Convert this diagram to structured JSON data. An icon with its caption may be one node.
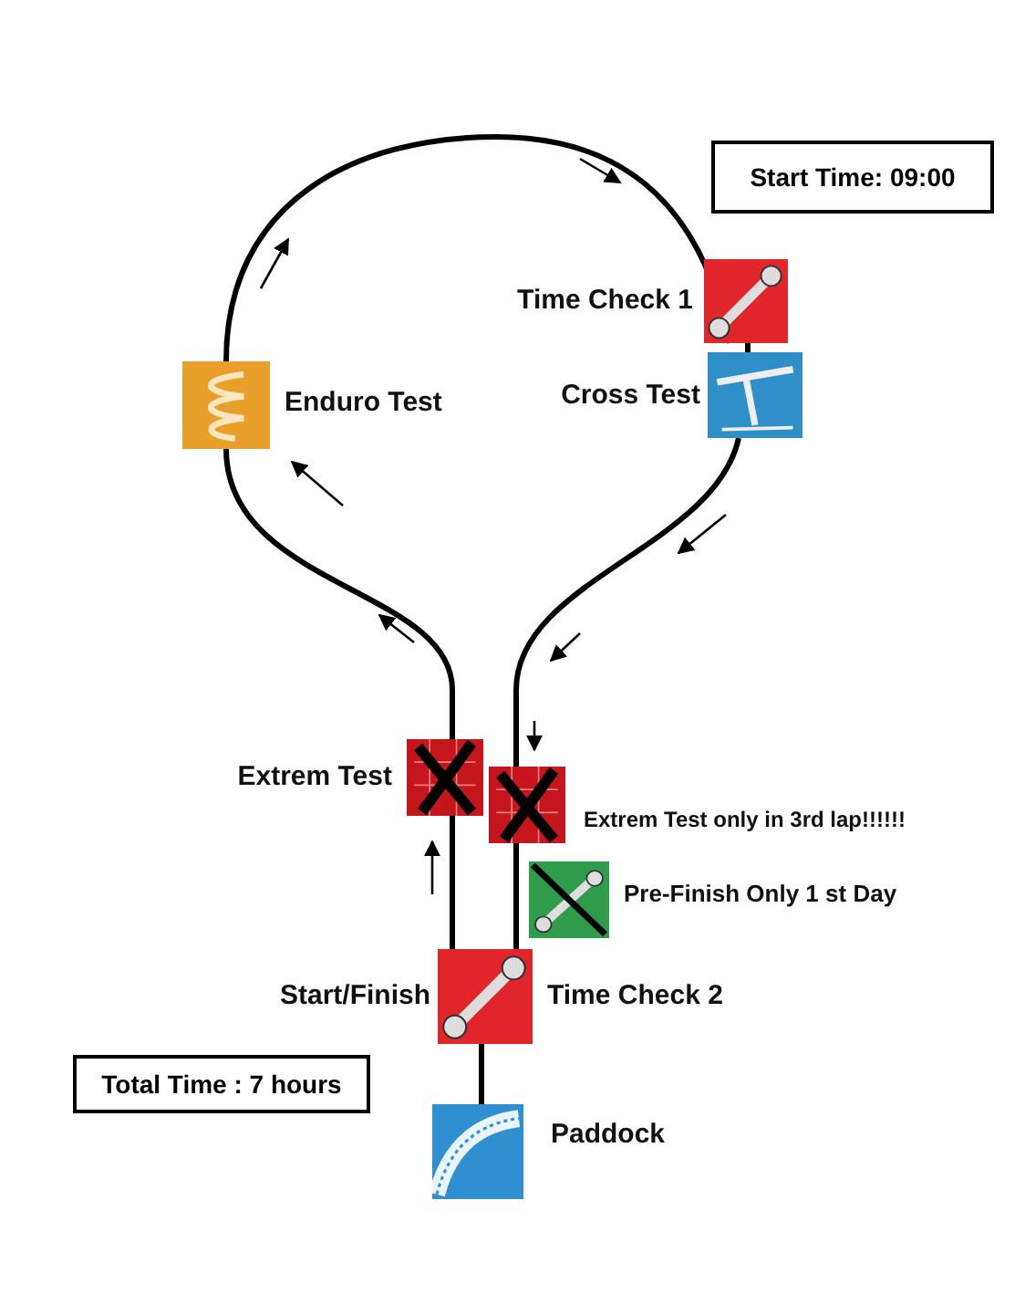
{
  "diagram": {
    "nodes": [
      {
        "text": [
          "Start Time: 09:00"
        ]
      },
      {
        "text": [
          "Time Check 1"
        ]
      },
      {
        "text": [
          "Cross Test"
        ]
      },
      {
        "text": [
          "Enduro Test"
        ]
      },
      {
        "text": [
          "Extrem Test"
        ]
      },
      {
        "text": [
          "Extrem Test only in 3rd lap!!!!!!"
        ]
      },
      {
        "text": [
          "Pre-Finish Only 1 st Day"
        ]
      },
      {
        "text": [
          "Start/Finish",
          "Time Check 2"
        ]
      },
      {
        "text": [
          "Paddock"
        ]
      },
      {
        "text": [
          "Total Time : 7 hours"
        ]
      }
    ],
    "edges": [
      {
        "from": 7,
        "to": 4,
        "arrow": "none"
      },
      {
        "from": 4,
        "to": 3,
        "arrow": "none"
      },
      {
        "from": 3,
        "to": 1,
        "arrow": "none"
      },
      {
        "from": 1,
        "to": 2,
        "arrow": "none"
      },
      {
        "from": 2,
        "to": 5,
        "arrow": "none"
      },
      {
        "from": 5,
        "to": 7,
        "arrow": "none"
      },
      {
        "from": 7,
        "to": 8,
        "arrow": "none"
      }
    ]
  }
}
